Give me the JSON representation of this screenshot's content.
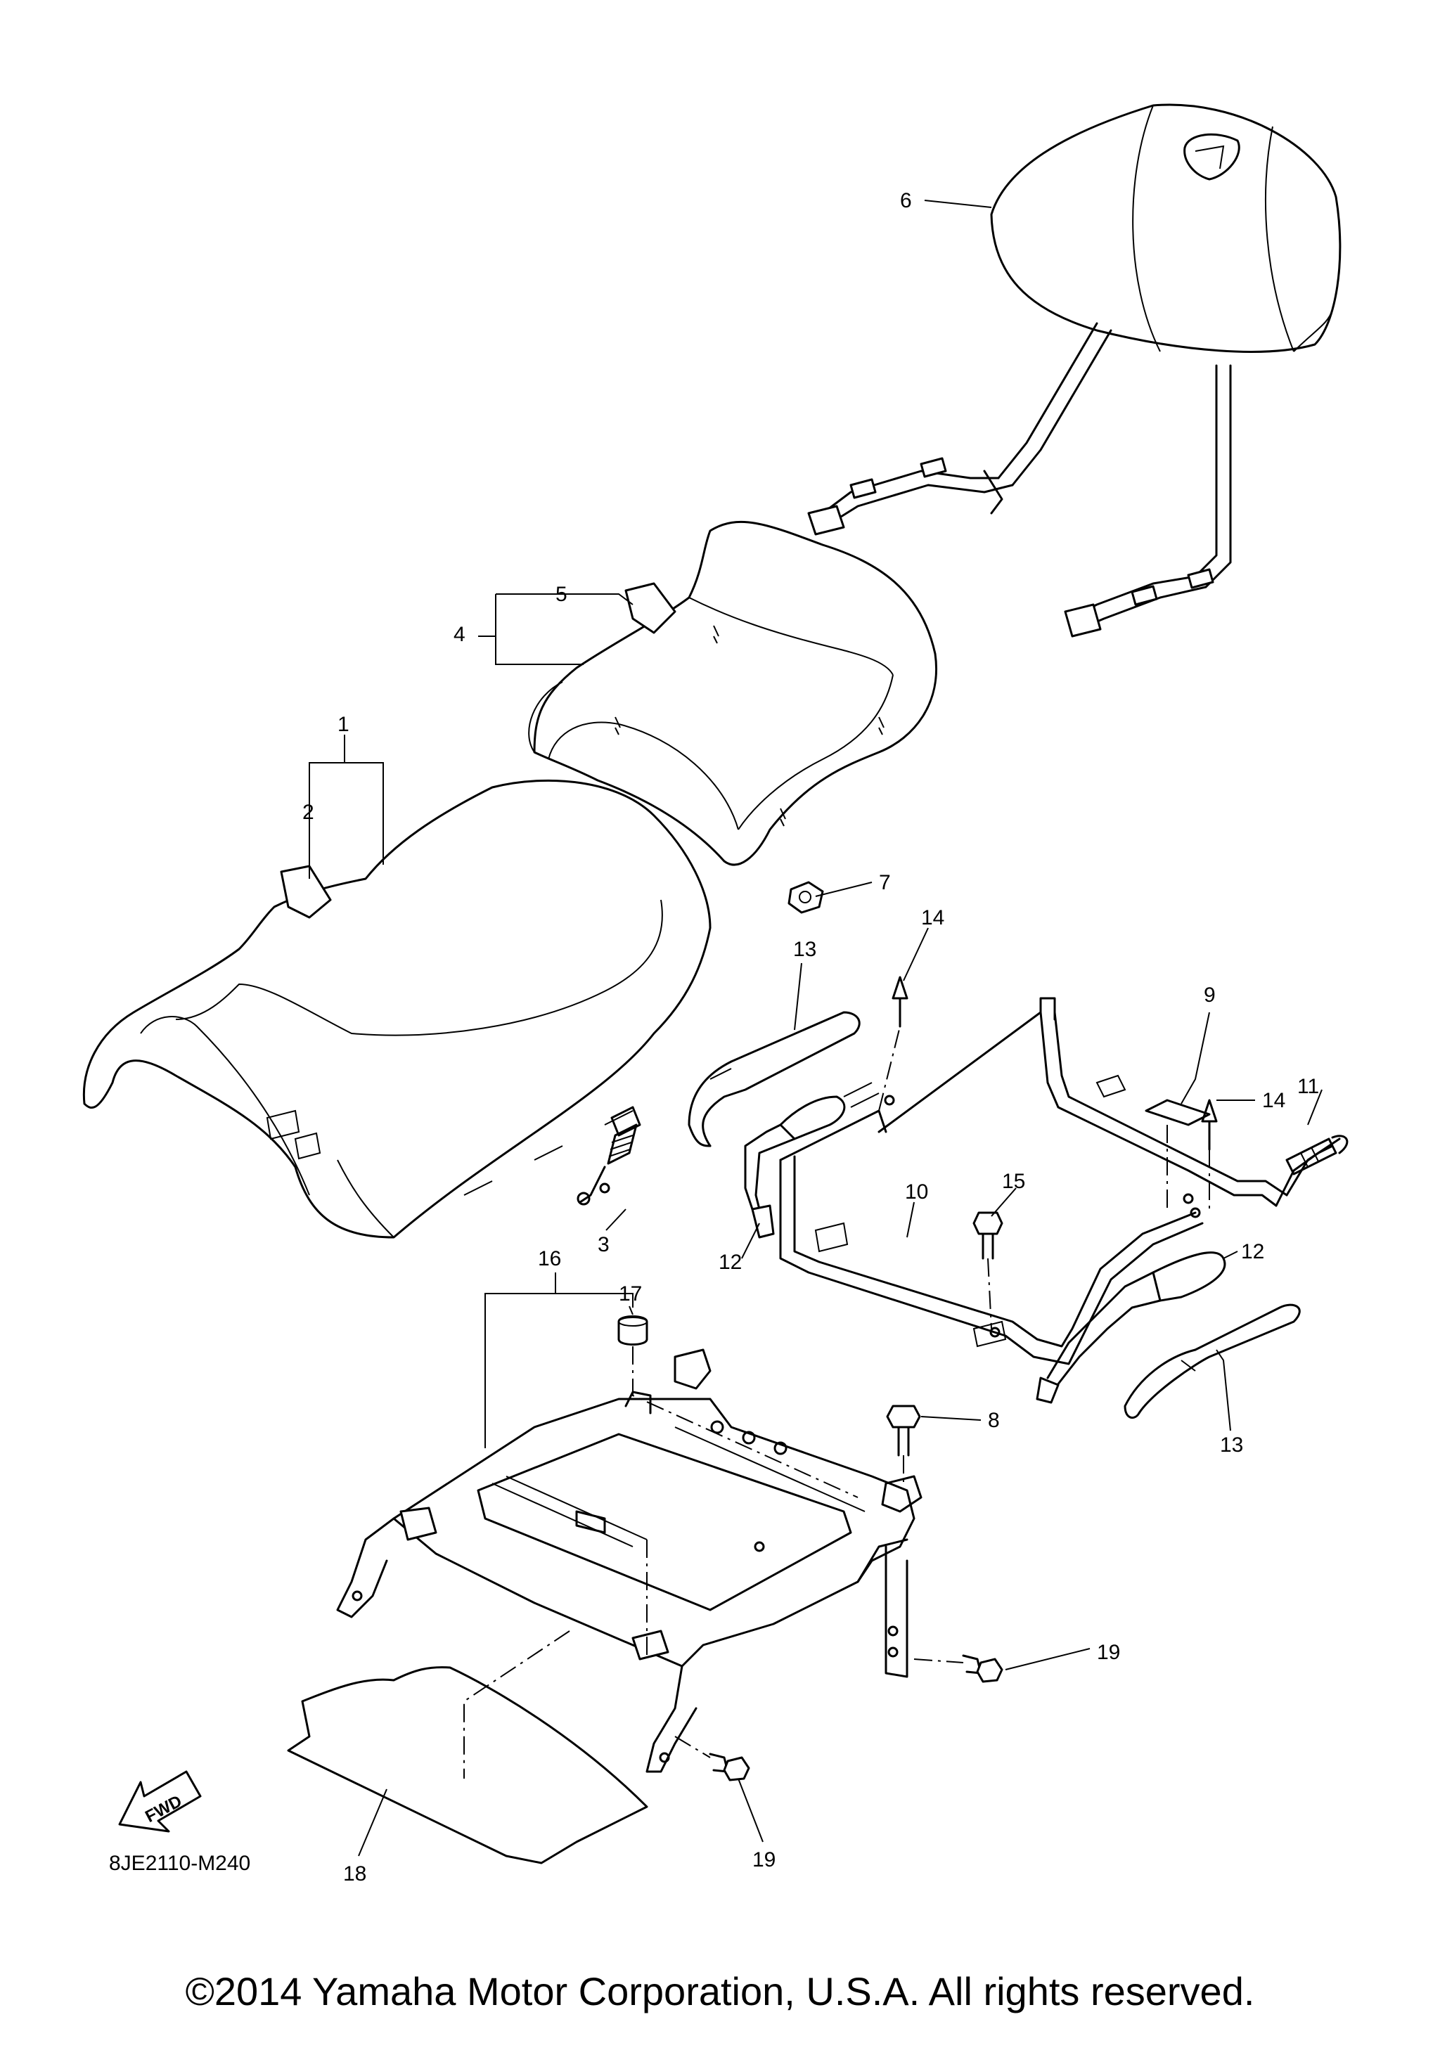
{
  "callouts": {
    "c1": "1",
    "c2": "2",
    "c3": "3",
    "c4": "4",
    "c5": "5",
    "c6": "6",
    "c7": "7",
    "c8": "8",
    "c9": "9",
    "c10": "10",
    "c11": "11",
    "c12a": "12",
    "c12b": "12",
    "c13a": "13",
    "c13b": "13",
    "c14a": "14",
    "c14b": "14",
    "c15": "15",
    "c16": "16",
    "c17": "17",
    "c18": "18",
    "c19a": "19",
    "c19b": "19"
  },
  "fwd_label": "FWD",
  "diagram_code": "8JE2110-M240",
  "copyright": "©2014 Yamaha Motor Corporation, U.S.A. All rights reserved."
}
